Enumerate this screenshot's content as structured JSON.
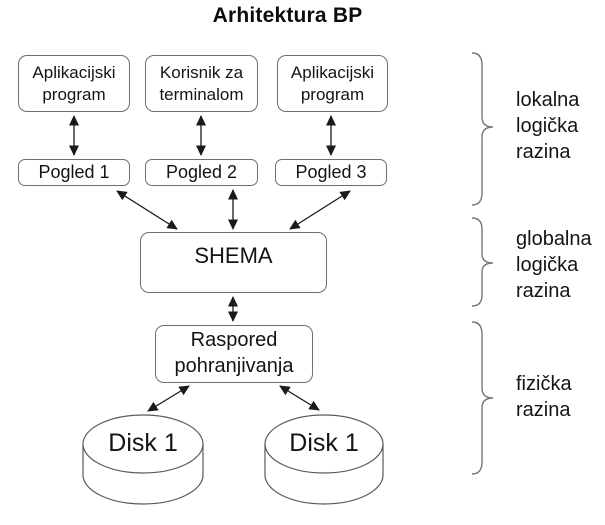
{
  "title": "Arhitektura BP",
  "colors": {
    "background": "#ffffff",
    "box_border": "#6e6e6e",
    "text": "#141414",
    "arrow": "#1a1a1a",
    "brace": "#777777",
    "disk_outline": "#5a5a5a"
  },
  "diagram": {
    "top_row": [
      {
        "label": "Aplikacijski\nprogram"
      },
      {
        "label": "Korisnik za\nterminalom"
      },
      {
        "label": "Aplikacijski\nprogram"
      }
    ],
    "view_row": [
      {
        "label": "Pogled 1"
      },
      {
        "label": "Pogled 2"
      },
      {
        "label": "Pogled 3"
      }
    ],
    "schema": {
      "label": "SHEMA"
    },
    "storage": {
      "label": "Raspored\npohranjivanja"
    },
    "disks": [
      {
        "label": "Disk 1"
      },
      {
        "label": "Disk 1"
      }
    ],
    "levels": [
      {
        "label": "lokalna\nlogička\nrazina"
      },
      {
        "label": "globalna\nlogička\nrazina"
      },
      {
        "label": "fizička\nrazina"
      }
    ]
  }
}
